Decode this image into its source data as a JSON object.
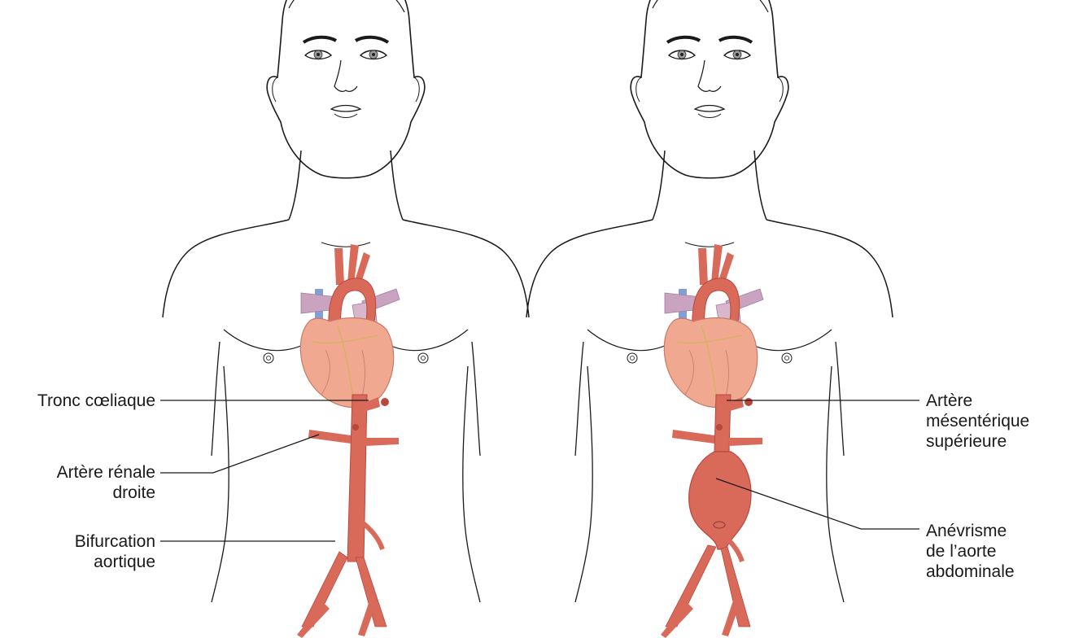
{
  "labels": {
    "celiac_trunk": [
      "Tronc cœliaque"
    ],
    "right_renal_artery": [
      "Artère rénale",
      "droite"
    ],
    "aortic_bifurcation": [
      "Bifurcation",
      "aortique"
    ],
    "superior_mesenteric_artery": [
      "Artère",
      "mésentérique",
      "supérieure"
    ],
    "abdominal_aortic_aneurysm": [
      "Anévrisme",
      "de l’aorte",
      "abdominale"
    ]
  },
  "colors": {
    "outline": "#1a1a1a",
    "aorta": "#d96a5a",
    "aorta_dark": "#b8483c",
    "heart": "#f0a890",
    "vein_blue": "#7f9fd6",
    "vessel_purple": "#c9a3bf",
    "leader_line": "#1a1a1a"
  }
}
